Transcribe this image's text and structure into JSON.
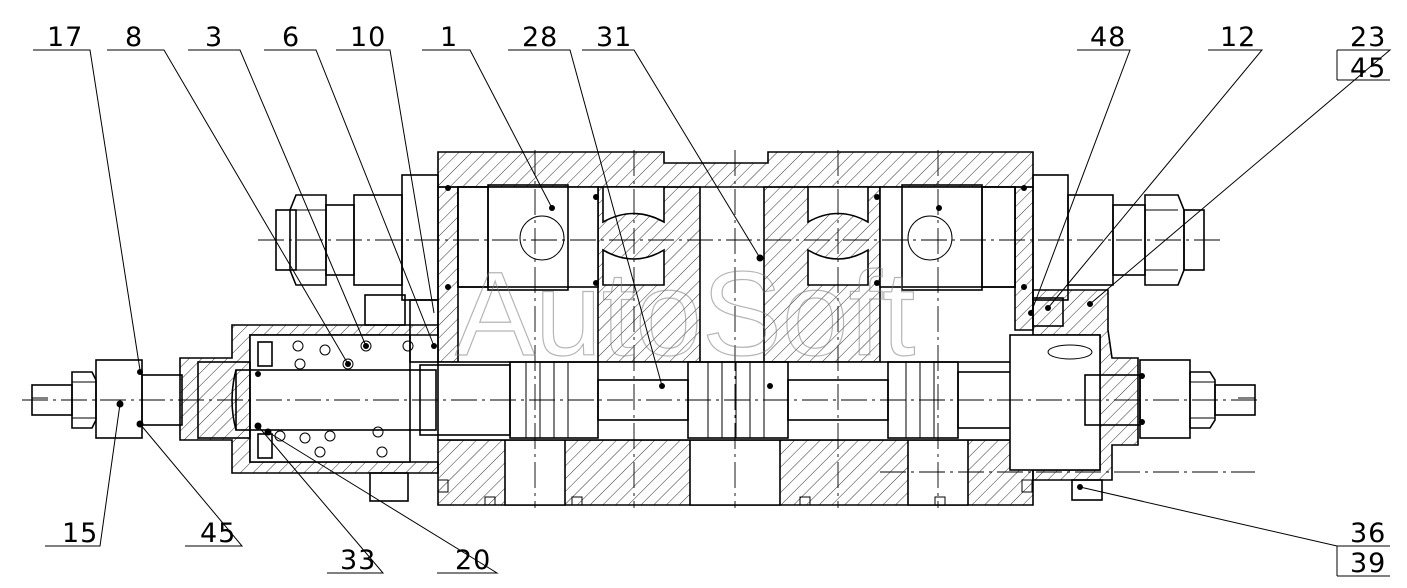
{
  "callouts_top": [
    "17",
    "8",
    "3",
    "6",
    "10",
    "1",
    "28",
    "31",
    "48",
    "12",
    "23"
  ],
  "callouts_top_right_lower": "45",
  "callouts_bottom": [
    "15",
    "45",
    "33",
    "20"
  ],
  "callouts_bottom_right": [
    "36",
    "39"
  ],
  "watermark": "AutoSoft"
}
